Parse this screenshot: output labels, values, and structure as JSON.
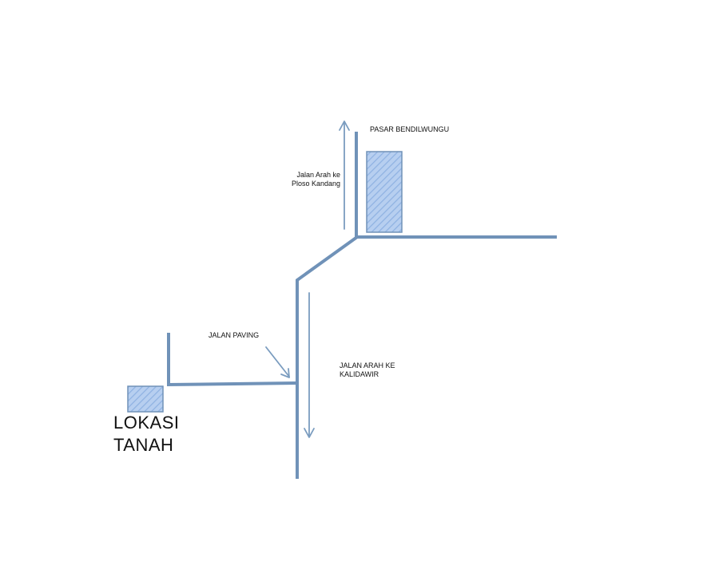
{
  "colors": {
    "road": "#7092b8",
    "arrow": "#7a9cbf",
    "plot_fill": "#b7cff0",
    "plot_hatch": "#8fb2e2",
    "plot_border": "#7092b8",
    "text": "#111111"
  },
  "labels": {
    "market": "PASAR BENDILWUNGU",
    "road_north_line1": "Jalan Arah ke",
    "road_north_line2": "Ploso Kandang",
    "paving_road": "JALAN PAVING",
    "road_south_line1": "JALAN ARAH KE",
    "road_south_line2": "KALIDAWIR",
    "land_line1": "LOKASI",
    "land_line2": "TANAH"
  },
  "icons": {
    "north_arrow": "arrow-up-icon",
    "south_arrow": "arrow-down-icon",
    "paving_pointer": "arrow-down-right-icon",
    "market_plot": "hatched-rectangle",
    "land_plot": "hatched-rectangle"
  }
}
